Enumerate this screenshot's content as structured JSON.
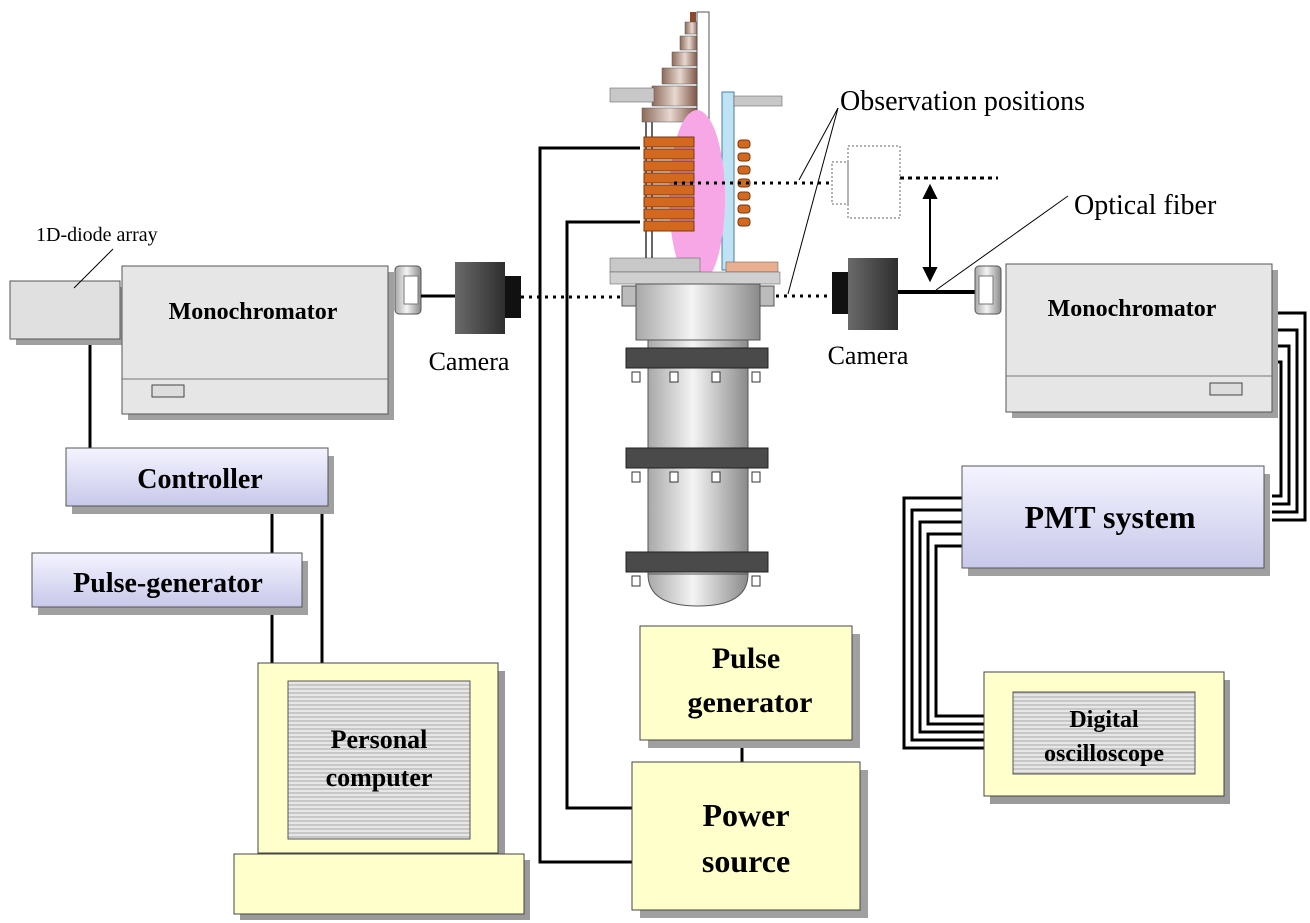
{
  "labels": {
    "diode_array": "1D-diode array",
    "monochromator_left": "Monochromator",
    "monochromator_right": "Monochromator",
    "camera_left": "Camera",
    "camera_right": "Camera",
    "observation_positions": "Observation positions",
    "optical_fiber": "Optical fiber",
    "controller": "Controller",
    "pulse_generator_left": "Pulse-generator",
    "personal_computer_line1": "Personal",
    "personal_computer_line2": "computer",
    "pmt_system": "PMT system",
    "digital_oscilloscope_line1": "Digital",
    "digital_oscilloscope_line2": "oscilloscope",
    "pulse_generator_center_line1": "Pulse",
    "pulse_generator_center_line2": "generator",
    "power_source_line1": "Power",
    "power_source_line2": "source"
  },
  "colors": {
    "panel_yellow": "#ffffcc",
    "panel_lavender": "#e6e6fa",
    "device_gray": "#e0e0e0",
    "plasma_pink": "#f7a6e6",
    "coil_orange": "#d2691e",
    "camera_dark": "#4a4a4a"
  }
}
